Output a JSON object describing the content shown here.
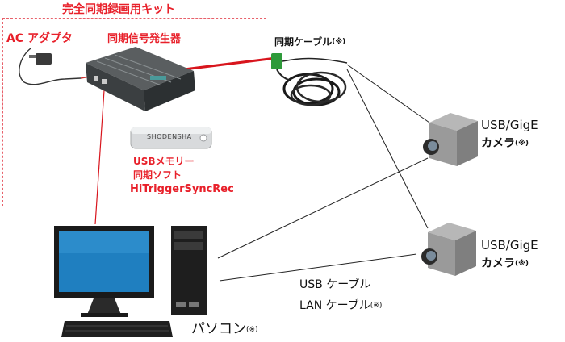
{
  "kit": {
    "title": "完全同期録画用キット",
    "ac_adapter": "AC アダプタ",
    "generator": "同期信号発生器",
    "usb_line1": "USBメモリー",
    "usb_line2": "同期ソフト",
    "usb_line3": "HiTriggerSyncRec",
    "usb_brand": "SHODENSHA"
  },
  "sync_cable": {
    "label": "同期ケーブル",
    "note": "(※)"
  },
  "cameras": [
    {
      "line1": "USB/GigE",
      "line2": "カメラ",
      "note": "(※)"
    },
    {
      "line1": "USB/GigE",
      "line2": "カメラ",
      "note": "(※)"
    }
  ],
  "cables": {
    "usb": "USB ケーブル",
    "lan": "LAN ケーブル",
    "note": "(※)"
  },
  "pc": {
    "label": "パソコン",
    "note": "(※)"
  },
  "colors": {
    "accent_red": "#e8202a",
    "line_red": "#d8151d",
    "cable_green": "#2e9a3a"
  }
}
